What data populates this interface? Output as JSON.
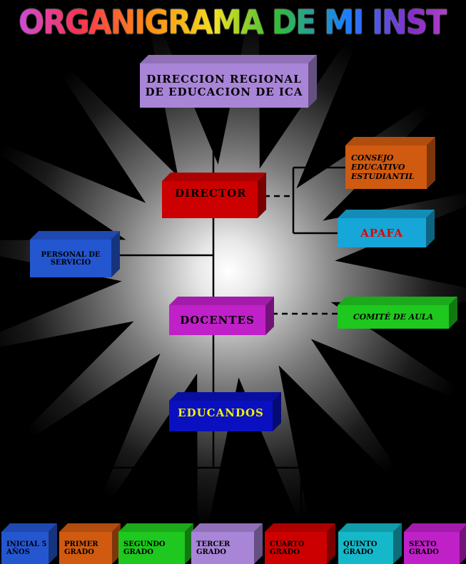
{
  "title": "ORGANIGRAMA DE MI INSTITUCION",
  "nodes": {
    "direccion": {
      "label": "DIRECCION REGIONAL DE EDUCACION DE ICA",
      "color": "#a985d8",
      "text_color": "#000000"
    },
    "consejo": {
      "label": "CONSEJO EDUCATIVO ESTUDIANTIL",
      "color": "#d05a10",
      "text_color": "#000000"
    },
    "director": {
      "label": "DIRECTOR",
      "color": "#cc0000",
      "text_color": "#000000"
    },
    "apafa": {
      "label": "APAFA",
      "color": "#16a6d8",
      "text_color": "#e00000"
    },
    "personal": {
      "label": "PERSONAL DE SERVICIO",
      "color": "#2456d0",
      "text_color": "#000000"
    },
    "docentes": {
      "label": "DOCENTES",
      "color": "#c020c8",
      "text_color": "#000000"
    },
    "comite": {
      "label": "COMITÉ DE AULA",
      "color": "#1ec81e",
      "text_color": "#000000"
    },
    "educandos": {
      "label": "EDUCANDOS",
      "color": "#0a10c0",
      "text_color": "#f0f000"
    },
    "grades": [
      {
        "label": "INICIAL 5 AÑOS",
        "color": "#2456d0",
        "text_color": "#000000"
      },
      {
        "label": "PRIMER GRADO",
        "color": "#d05a10",
        "text_color": "#000000"
      },
      {
        "label": "SEGUNDO GRADO",
        "color": "#1ec81e",
        "text_color": "#000000"
      },
      {
        "label": "TERCER GRADO",
        "color": "#a985d8",
        "text_color": "#000000"
      },
      {
        "label": "CUARTO GRADO",
        "color": "#cc0000",
        "text_color": "#000000"
      },
      {
        "label": "QUINTO GRADO",
        "color": "#14b8c8",
        "text_color": "#000000"
      },
      {
        "label": "SEXTO GRADO",
        "color": "#c020c8",
        "text_color": "#000000"
      }
    ]
  }
}
